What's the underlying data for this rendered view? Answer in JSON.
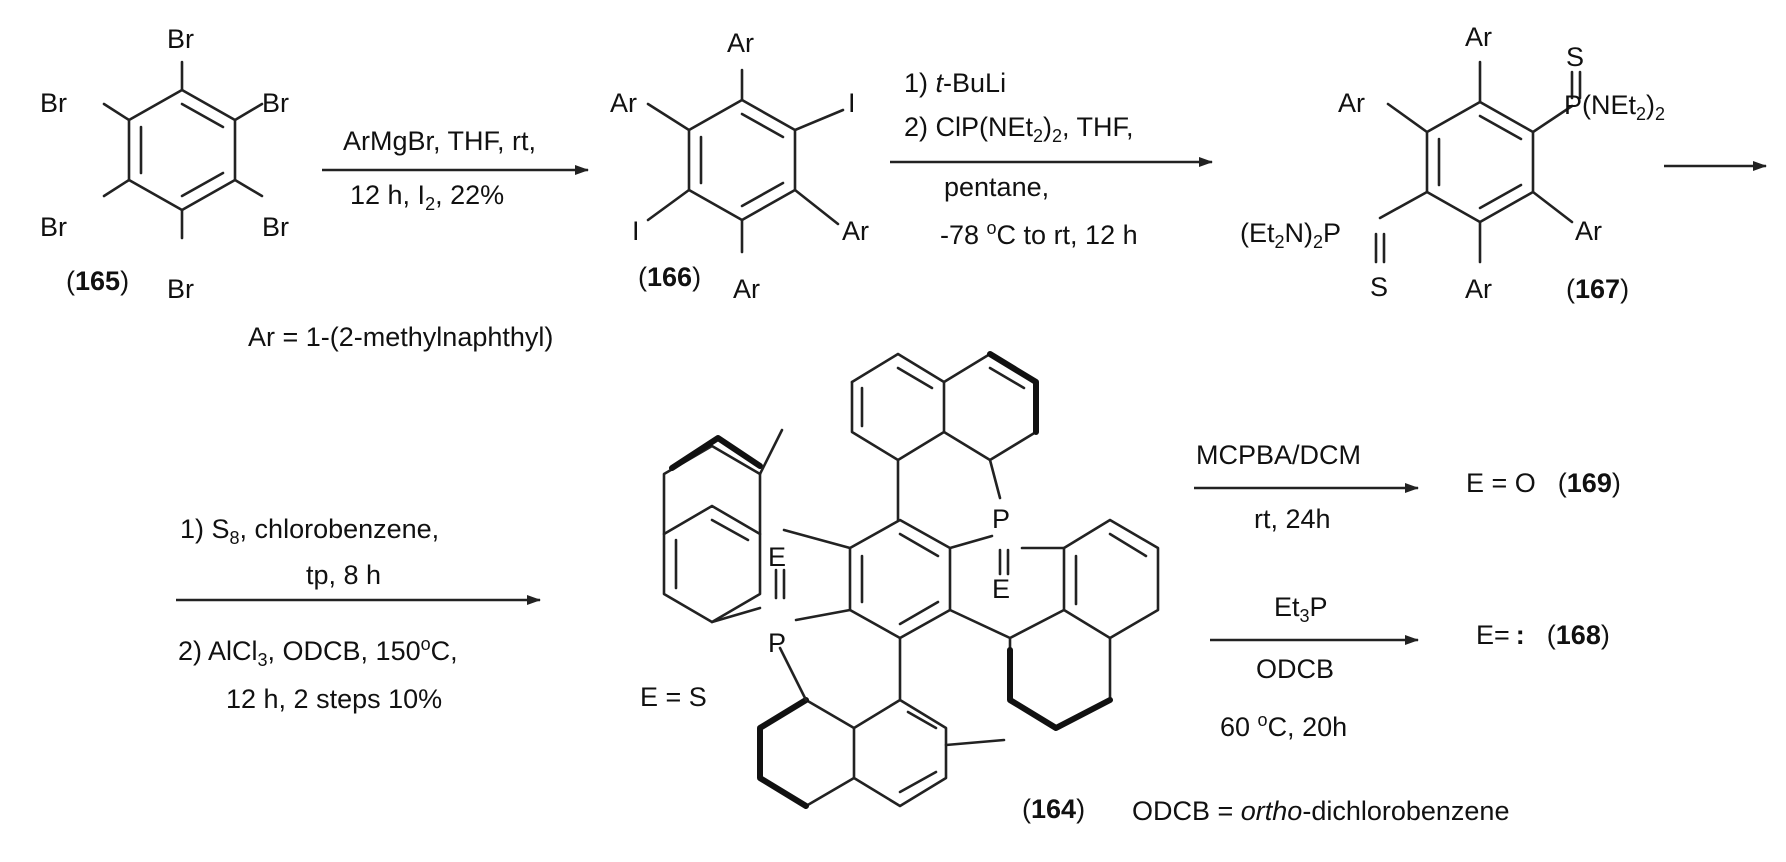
{
  "compound_165": {
    "br_top": "Br",
    "br_left": "Br",
    "br_right": "Br",
    "br_lowleft": "Br",
    "br_lowright": "Br",
    "br_bottom": "Br",
    "label_open": "(",
    "number": "165",
    "label_close": ")"
  },
  "step1": {
    "line1": "ArMgBr, THF, rt,",
    "line2_a": "12 h, I",
    "line2_sub": "2",
    "line2_b": ", 22%"
  },
  "compound_166": {
    "ar_top": "Ar",
    "ar_left": "Ar",
    "i_right": "I",
    "i_left": "I",
    "ar_right": "Ar",
    "ar_bottom": "Ar",
    "label_open": "(",
    "number": "166",
    "label_close": ")"
  },
  "ar_definition": "Ar = 1-(2-methylnaphthyl)",
  "step2": {
    "l1_num": "1) ",
    "l1_italic": "t",
    "l1_rest": "-BuLi",
    "l2_a": "2) ClP(NEt",
    "l2_sub": "2",
    "l2_b": ")",
    "l2_sub2": "2",
    "l2_c": ", THF,",
    "l3": "pentane,",
    "l4_a": "-78 ",
    "l4_sup": "o",
    "l4_b": "C to rt, 12 h"
  },
  "compound_167": {
    "ar_top": "Ar",
    "ar_left": "Ar",
    "s_top": "S",
    "p_group": "P(NEt",
    "p_sub": "2",
    "p_close": ")",
    "p_sub2": "2",
    "et_open": "(Et",
    "et_sub": "2",
    "et_mid": "N)",
    "et_sub2": "2",
    "et_p": "P",
    "s_bottom": "S",
    "ar_right": "Ar",
    "ar_bottom": "Ar",
    "label_open": "(",
    "number": "167",
    "label_close": ")"
  },
  "step3": {
    "l1_a": "1) S",
    "l1_sub": "8",
    "l1_b": ", chlorobenzene,",
    "l2": "tp, 8 h",
    "l3_a": "2) AlCl",
    "l3_sub": "3",
    "l3_b": ", ODCB, 150",
    "l3_sup": "o",
    "l3_c": "C,",
    "l4": "12 h, 2 steps 10%"
  },
  "compound_164": {
    "p_left": "P",
    "e_left": "E",
    "p_right": "P",
    "e_right": "E",
    "e_equals_s": "E = S",
    "label_open": "(",
    "number": "164",
    "label_close": ")"
  },
  "odcb_definition": {
    "a": "ODCB = ",
    "italic": "ortho",
    "b": "-dichlorobenzene"
  },
  "step4": {
    "top": "MCPBA/DCM",
    "bottom": "rt, 24h"
  },
  "product_169": {
    "text": "E = O",
    "label_open": "(",
    "number": "169",
    "label_close": ")"
  },
  "step5": {
    "top_a": "Et",
    "top_sub": "3",
    "top_b": "P",
    "middle": "ODCB",
    "bottom_a": "60 ",
    "bottom_sup": "o",
    "bottom_b": "C, 20h"
  },
  "product_168": {
    "text": "E=",
    "colon": ":",
    "label_open": "(",
    "number": "168",
    "label_close": ")"
  }
}
